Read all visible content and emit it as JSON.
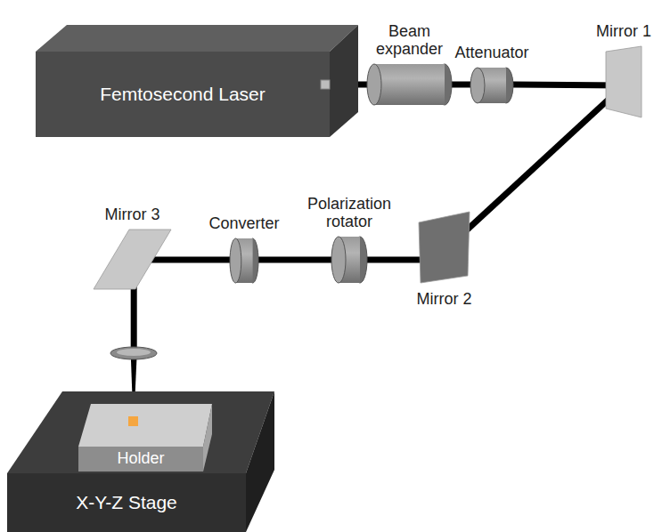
{
  "diagram": {
    "nodes": [
      {
        "text": [
          "Femtosecond Laser"
        ]
      },
      {
        "text": [
          "Beam expander"
        ]
      },
      {
        "text": [
          "Attenuator"
        ]
      },
      {
        "text": [
          "Mirror 1"
        ]
      },
      {
        "text": [
          "Mirror 2"
        ]
      },
      {
        "text": [
          "Polarization rotator"
        ]
      },
      {
        "text": [
          "Converter"
        ]
      },
      {
        "text": [
          "Mirror 3"
        ]
      },
      {
        "text": [
          "X-Y-Z Stage"
        ]
      },
      {
        "text": [
          "Holder"
        ],
        "in": 8
      }
    ],
    "edges": [
      {
        "from": 0,
        "to": 1,
        "arrow": "none"
      },
      {
        "from": 1,
        "to": 2,
        "arrow": "none"
      },
      {
        "from": 2,
        "to": 3,
        "arrow": "none"
      },
      {
        "from": 3,
        "to": 4,
        "arrow": "none"
      },
      {
        "from": 4,
        "to": 5,
        "arrow": "none"
      },
      {
        "from": 5,
        "to": 6,
        "arrow": "none"
      },
      {
        "from": 6,
        "to": 7,
        "arrow": "none"
      },
      {
        "from": 7,
        "to": 9,
        "arrow": "none"
      }
    ]
  }
}
